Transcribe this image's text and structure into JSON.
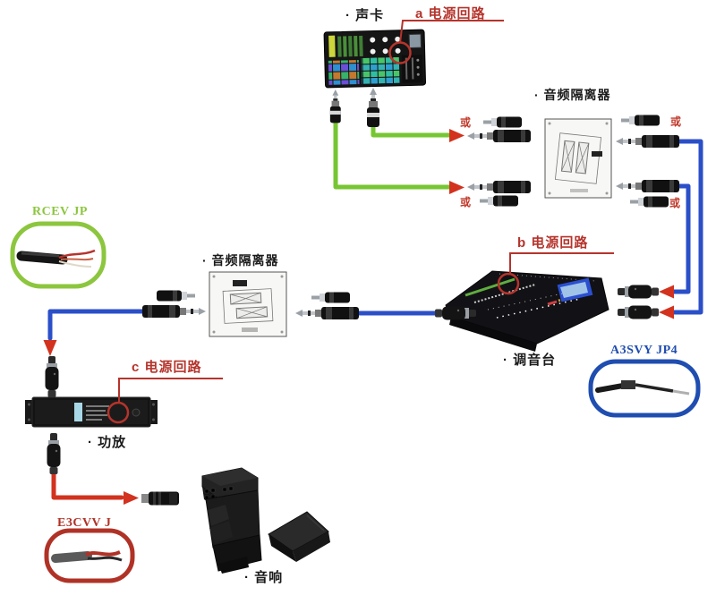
{
  "colors": {
    "cable_green": "#76c632",
    "cable_blue": "#2b4fc8",
    "cable_red": "#d2321e",
    "arrow_red": "#d2321e",
    "annotation_red": "#b5342c",
    "device_label": "#1a1a1a",
    "rcev_green": "#8cc63e",
    "a3svy_blue": "#1f4db0",
    "e3cvv_red": "#b03226"
  },
  "devices": {
    "soundcard": {
      "label": "· 声卡"
    },
    "isolator_top": {
      "label": "· 音频隔离器"
    },
    "isolator_mid": {
      "label": "· 音频隔离器"
    },
    "mixer": {
      "label": "· 调音台"
    },
    "amplifier": {
      "label": "· 功放"
    },
    "speakers": {
      "label": "· 音响"
    }
  },
  "annotations": {
    "circuit_a": "a 电源回路",
    "circuit_b": "b 电源回路",
    "circuit_c": "c 电源回路",
    "or": "或"
  },
  "cable_callouts": {
    "rcev": "RCEV JP",
    "a3svy": "A3SVY JP4",
    "e3cvv": "E3CVV J"
  }
}
